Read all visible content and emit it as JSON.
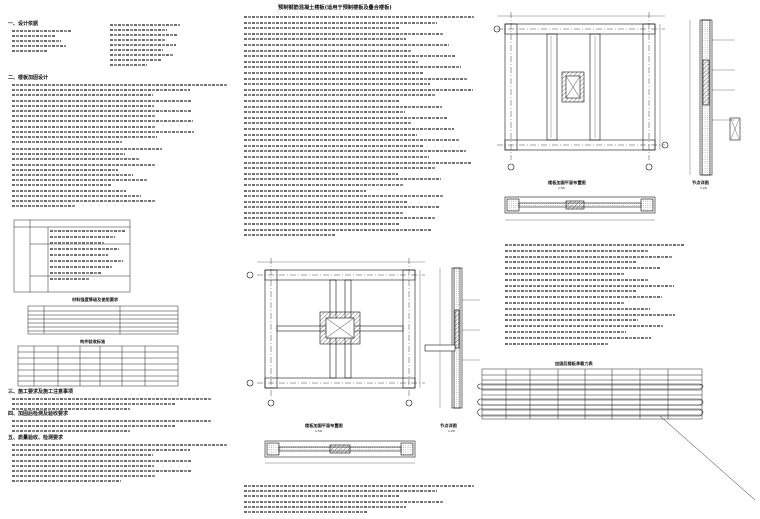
{
  "sheet_title": "预制钢筋混凝土楼板(适用于预制楼板及叠合楼板)",
  "left_col": {
    "heading": "一、设计依据",
    "section2": "二、楼板加固设计",
    "section3": "三、施工要求及施工注意事项",
    "section4": "四、加固后检测及验收要求",
    "section5": "五、质量验收、检测要求",
    "table1_title": "材料强度等级及使用要求",
    "table2_title": "构件验收标准"
  },
  "drawings": {
    "plan_top": "楼板加固平面布置图",
    "plan_bottom": "楼板加固平面布置图",
    "section_right_top": "节点详图",
    "section_right_bottom": "节点详图",
    "table_right_title": "加固后楼板承载力表",
    "scale_a": "1:20",
    "scale_b": "1:50"
  }
}
